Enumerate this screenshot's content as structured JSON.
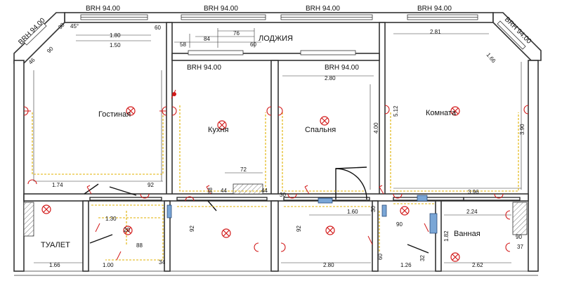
{
  "rooms": {
    "living": "Гостиная",
    "kitchen": "Кухня",
    "bedroom": "Спальня",
    "room": "Комната",
    "loggia": "ЛОДЖИЯ",
    "toilet": "ТУАЛЕТ",
    "bath": "Ванная"
  },
  "brh": {
    "b1": "BRH 94.00",
    "b2": "BRH 94.00",
    "b3": "BRH 94.00",
    "b4": "BRH 94.00",
    "b5": "BRH 94.00",
    "b6": "BRH 94.00",
    "b7": "BRH 94.00",
    "b8": "BRH 94.00"
  },
  "dims": {
    "d_45": "45°",
    "d_30": "30",
    "d_60a": "60",
    "d_180": "1.80",
    "d_150": "1.50",
    "d_90": "90",
    "d_46": "46",
    "d_58": "58",
    "d_84": "84",
    "d_76": "76",
    "d_60b": "60",
    "d_280k": "2.80",
    "d_281": "2.81",
    "d_166r": "1.66",
    "d_512": "5.12",
    "d_400": "4.00",
    "d_390": "3.90",
    "d_174": "1.74",
    "d_92a": "92",
    "d_72": "72",
    "d_38": "38",
    "d_44a": "44",
    "d_44b": "44",
    "d_30b": "30",
    "d_396": "3.96",
    "d_130": "1.30",
    "d_20": "20",
    "d_88": "88",
    "d_92b": "92",
    "d_92c": "92",
    "d_160": "1.60",
    "d_30c": "30",
    "d_224": "2.24",
    "d_90b": "90",
    "d_182": "1.82",
    "d_90c": "90",
    "d_37": "37",
    "d_166b": "1.66",
    "d_100": "1.00",
    "d_34": "34",
    "d_280b": "2.80",
    "d_60c": "60",
    "d_126": "1.26",
    "d_32": "32",
    "d_262": "2.62"
  }
}
